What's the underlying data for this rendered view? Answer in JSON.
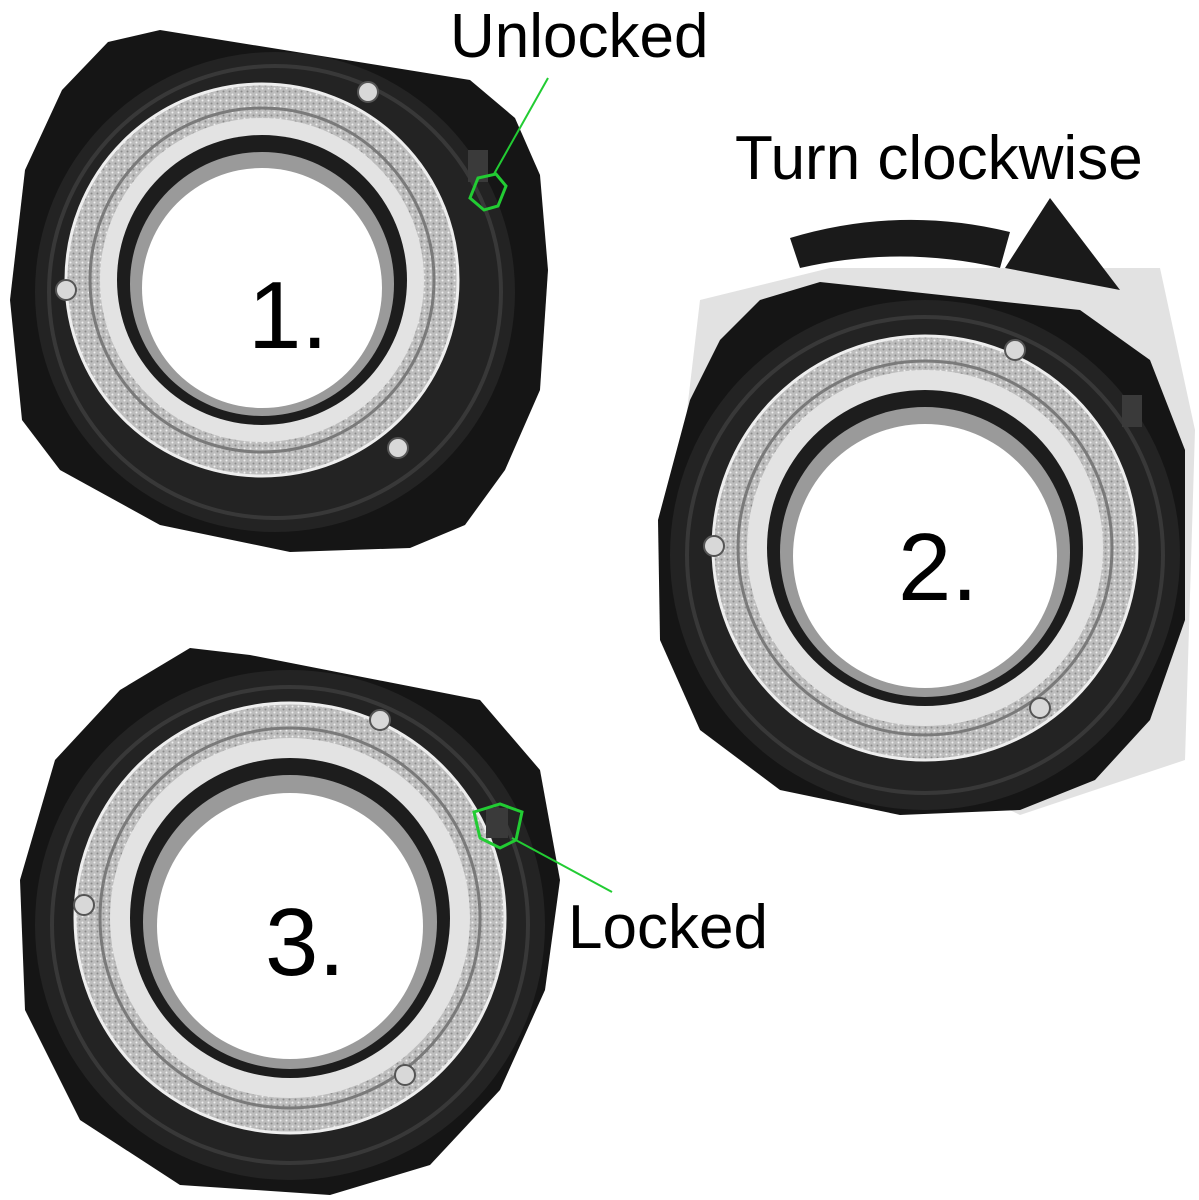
{
  "steps": [
    {
      "number": "1."
    },
    {
      "number": "2."
    },
    {
      "number": "3."
    }
  ],
  "annotations": {
    "unlocked": "Unlocked",
    "turn": "Turn clockwise",
    "locked": "Locked"
  },
  "colors": {
    "highlight": "#22cc33",
    "housing": "#141414",
    "metal": "#c4c4c4",
    "inner_ring": "#e6e6e6",
    "arrow": "#1a1a1a"
  }
}
